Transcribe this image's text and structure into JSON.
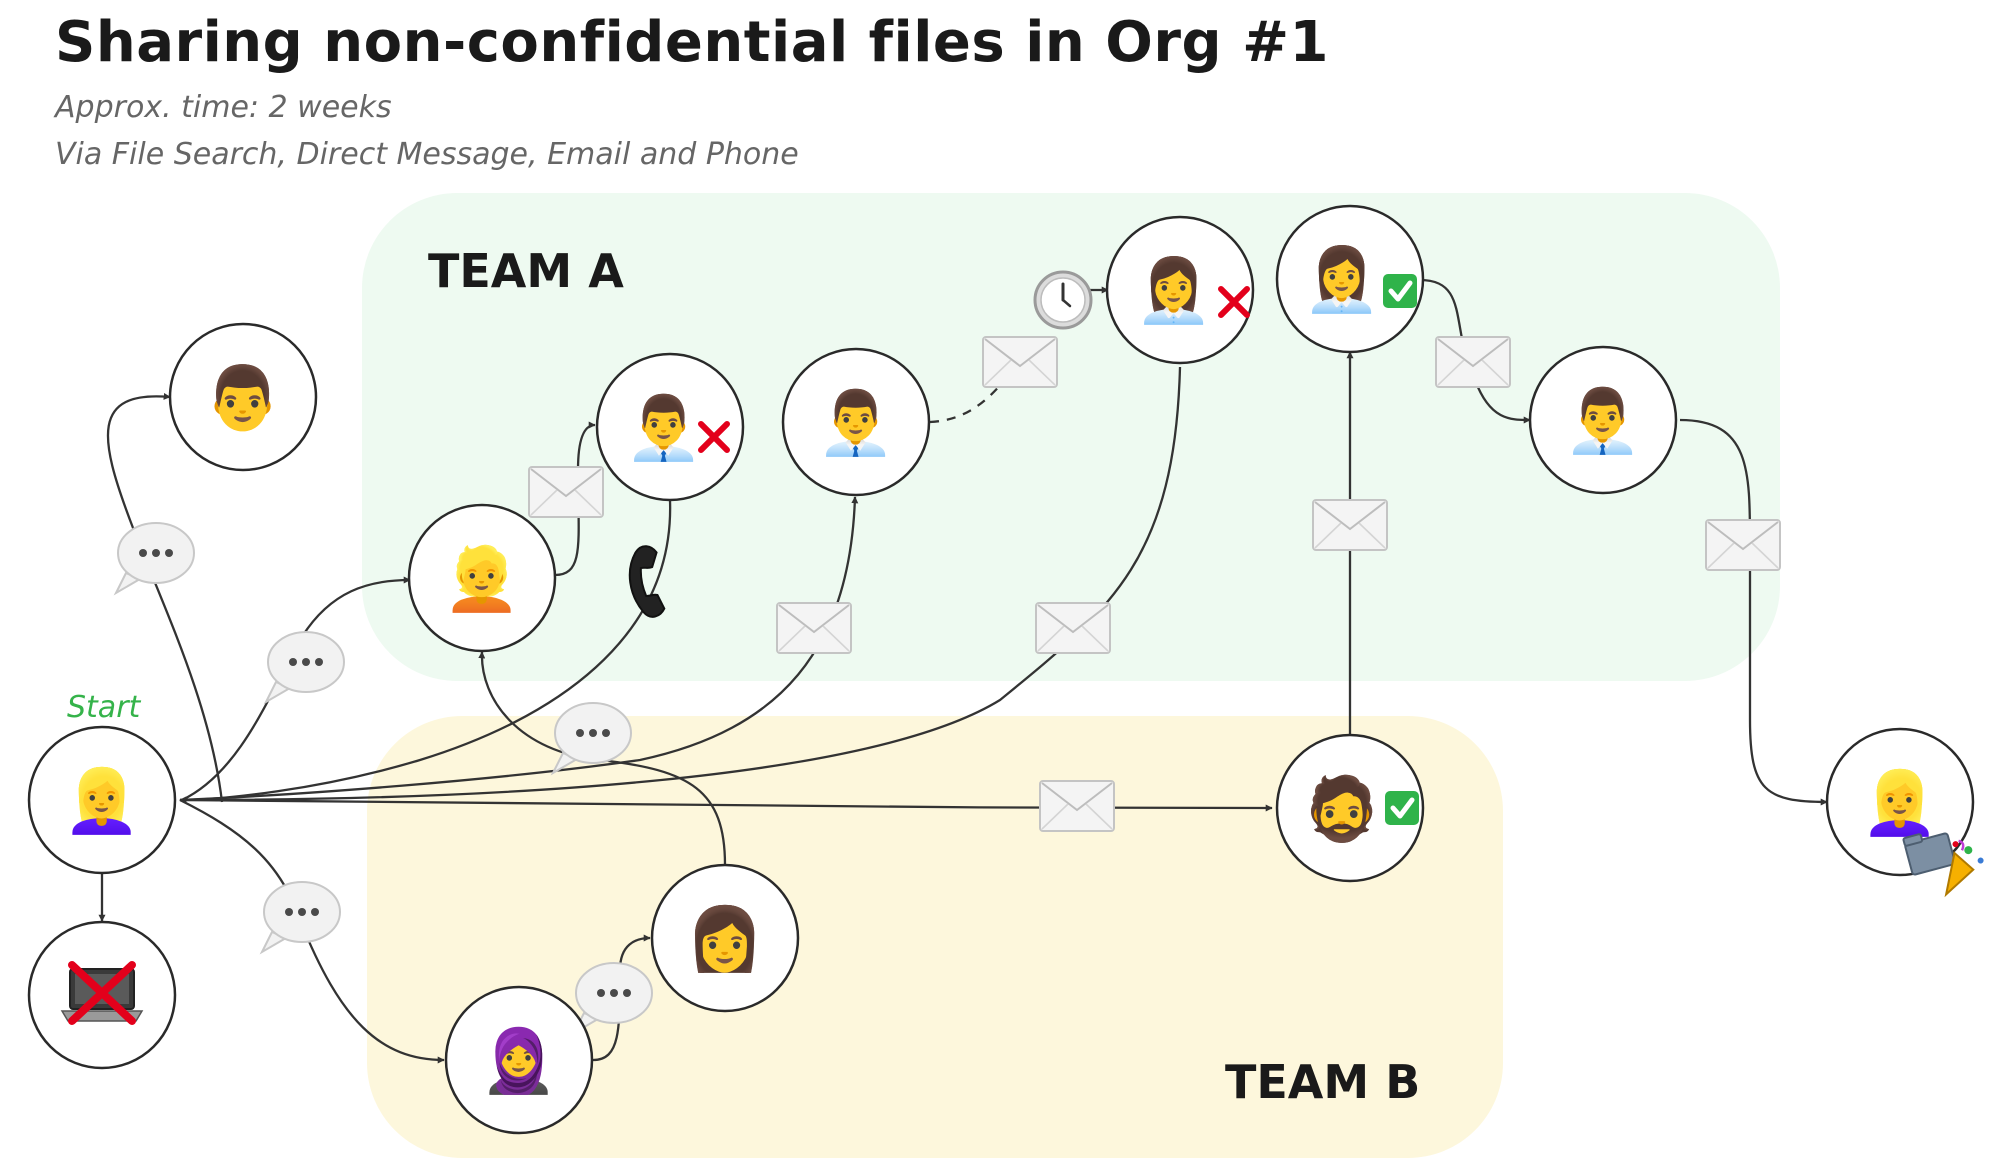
{
  "header": {
    "title": "Sharing non-confidential files in Org #1",
    "approx_time": "Approx. time: 2 weeks",
    "channels": "Via File Search, Direct Message, Email and Phone"
  },
  "zones": {
    "team_a": {
      "label": "TEAM A",
      "color": "#eefaf1"
    },
    "team_b": {
      "label": "TEAM B",
      "color": "#fdf7dc"
    }
  },
  "start_label": "Start",
  "colors": {
    "start_label": "#35b34a",
    "reject": "#e3001b",
    "approve": "#2fb34a"
  },
  "nodes": [
    {
      "id": "start",
      "icon": "woman-blond-hair",
      "glyph": "👱‍♀️"
    },
    {
      "id": "laptop",
      "icon": "laptop-crossed-icon",
      "glyph": "💻"
    },
    {
      "id": "top-left-man",
      "icon": "man",
      "glyph": "👨"
    },
    {
      "id": "a-blond-person",
      "icon": "blond-person",
      "glyph": "👱"
    },
    {
      "id": "a-office-man-rejected",
      "icon": "office-worker-man",
      "glyph": "👨‍💼",
      "status": "rejected"
    },
    {
      "id": "a-office-man",
      "icon": "office-worker-man",
      "glyph": "👨‍💼"
    },
    {
      "id": "a-office-woman-rejected",
      "icon": "office-worker-woman",
      "glyph": "👩‍💼",
      "status": "rejected"
    },
    {
      "id": "a-office-woman-approved",
      "icon": "office-worker-woman",
      "glyph": "👩‍💼",
      "status": "approved"
    },
    {
      "id": "a-office-man-right",
      "icon": "office-worker-man",
      "glyph": "👨‍💼"
    },
    {
      "id": "end",
      "icon": "woman-blond-hair-with-folder-and-party-popper",
      "glyph": "👱‍♀️"
    },
    {
      "id": "b-bearded-man-approved",
      "icon": "man-beard",
      "glyph": "🧔",
      "status": "approved"
    },
    {
      "id": "b-woman-headscarf",
      "icon": "woman-headscarf",
      "glyph": "🧕"
    },
    {
      "id": "b-woman-ponytail",
      "icon": "woman-ponytail",
      "glyph": "👩"
    }
  ],
  "channel_icons": {
    "chat": "speech-bubble-ellipsis-icon",
    "email": "envelope-icon",
    "phone": "telephone-receiver-icon",
    "wait": "clock-icon"
  },
  "edges": [
    {
      "from": "start",
      "to": "laptop",
      "via": "none"
    },
    {
      "from": "start",
      "to": "top-left-man",
      "via": "chat"
    },
    {
      "from": "start",
      "to": "a-blond-person",
      "via": "chat"
    },
    {
      "from": "a-blond-person",
      "to": "a-office-man-rejected",
      "via": "email"
    },
    {
      "from": "a-office-man-rejected",
      "to": "start",
      "via": "phone"
    },
    {
      "from": "start",
      "to": "a-office-man",
      "via": "email"
    },
    {
      "from": "a-office-man",
      "to": "a-office-woman-rejected",
      "via": "email",
      "then": "wait"
    },
    {
      "from": "a-office-woman-rejected",
      "to": "start",
      "via": "email"
    },
    {
      "from": "start",
      "to": "b-bearded-man-approved",
      "via": "email"
    },
    {
      "from": "b-bearded-man-approved",
      "to": "a-office-woman-approved",
      "via": "email"
    },
    {
      "from": "a-office-woman-approved",
      "to": "a-office-man-right",
      "via": "email"
    },
    {
      "from": "a-office-man-right",
      "to": "end",
      "via": "email"
    },
    {
      "from": "start",
      "to": "b-woman-headscarf",
      "via": "chat"
    },
    {
      "from": "b-woman-headscarf",
      "to": "b-woman-ponytail",
      "via": "chat"
    },
    {
      "from": "b-woman-ponytail",
      "to": "a-blond-person",
      "via": "chat"
    }
  ]
}
